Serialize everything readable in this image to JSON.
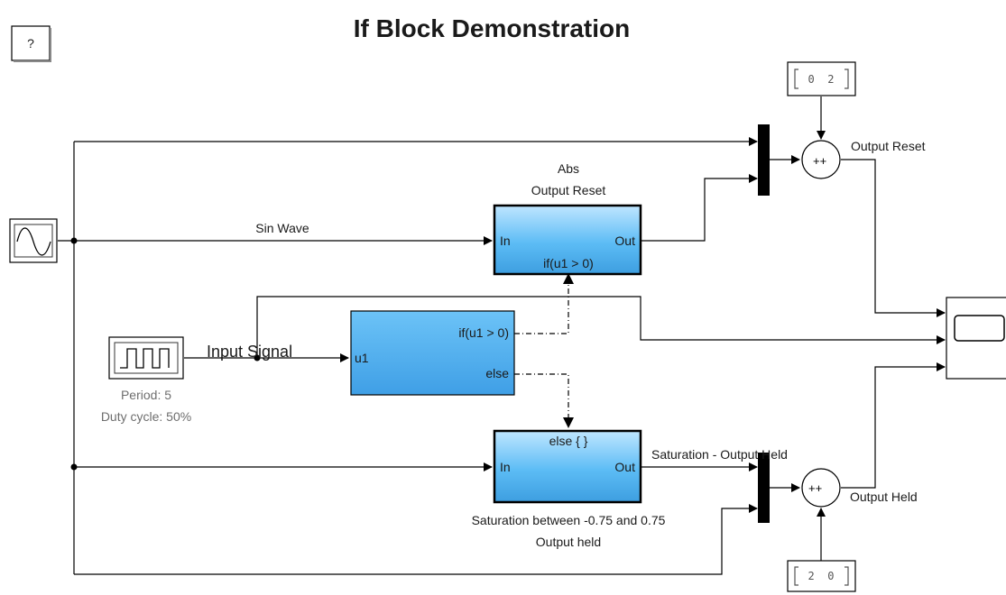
{
  "title": "If Block Demonstration",
  "help_button": "?",
  "blocks": {
    "sine_wave": {
      "icon": "sine-wave-icon"
    },
    "pulse": {
      "icon": "pulse-icon",
      "period": "Period: 5",
      "duty": "Duty cycle: 50%"
    },
    "if_block": {
      "input": "u1",
      "out_if": "if(u1 > 0)",
      "out_else": "else"
    },
    "abs_subsystem": {
      "label_line1": "Abs",
      "label_line2": "Output Reset",
      "in": "In",
      "out": "Out",
      "action": "if(u1 > 0)"
    },
    "sat_subsystem": {
      "label_line1": "Saturation between -0.75 and 0.75",
      "label_line2": "Output held",
      "in": "In",
      "out": "Out",
      "action": "else { }"
    },
    "const_top": {
      "value": "0  2"
    },
    "const_bottom": {
      "value": "2  0"
    },
    "sum_top": {
      "signs": "++"
    },
    "sum_bottom": {
      "signs": "++"
    },
    "scope": {
      "icon": "scope-icon"
    }
  },
  "signals": {
    "sin_wave": "Sin Wave",
    "input_signal": "Input Signal",
    "output_reset": "Output Reset",
    "saturation_held": "Saturation - Output Held",
    "output_held": "Output Held"
  },
  "colors": {
    "subsystem_fill": "#55b7f2",
    "if_fill": "#45aaf2",
    "line": "#000000"
  }
}
